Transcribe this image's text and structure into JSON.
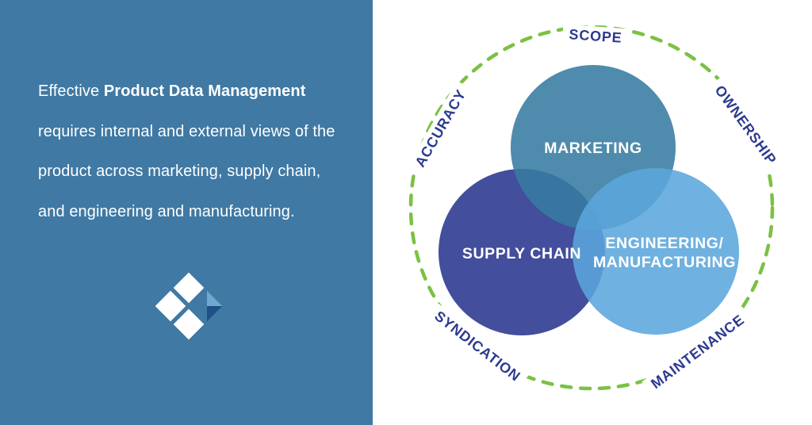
{
  "left_panel": {
    "background_color": "#3F79A4",
    "text_color": "#FFFFFF",
    "line1_pre": "Effective ",
    "line1_bold": "Product Data Management",
    "line2": "requires internal and external views of the",
    "line3": "product across marketing, supply chain,",
    "line4": "and engineering and manufacturing.",
    "logo_icon": "diamond-fold-logo",
    "logo_colors": {
      "diamond": "#FFFFFF",
      "fold_light": "#6FA9D0",
      "fold_dark": "#1F5187"
    }
  },
  "venn": {
    "marketing": {
      "label": "MARKETING",
      "color": "#377BA0"
    },
    "supply_chain": {
      "label": "SUPPLY CHAIN",
      "color": "#434E9C"
    },
    "engineering": {
      "label_line1": "ENGINEERING/",
      "label_line2": "MANUFACTURING",
      "color": "#5BA6DC"
    },
    "label_text_color": "#FFFFFF",
    "overlap_opacity": "0.88"
  },
  "ring": {
    "dash_color": "#7BC143",
    "label_color": "#2C3A90",
    "labels": {
      "scope": "SCOPE",
      "ownership": "OWNERSHIP",
      "maintenance": "MAINTENANCE",
      "syndication": "SYNDICATION",
      "accuracy": "ACCURACY"
    }
  }
}
